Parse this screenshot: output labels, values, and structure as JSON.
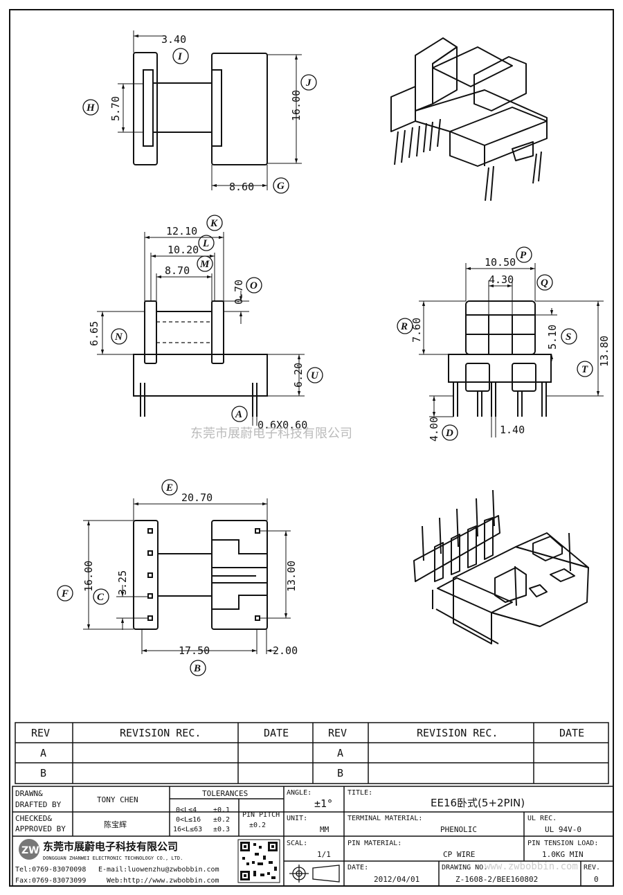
{
  "dimensions": {
    "top": {
      "d340": "3.40",
      "d570": "5.70",
      "d1600": "16.00",
      "d860": "8.60"
    },
    "side": {
      "d1210": "12.10",
      "d1020": "10.20",
      "d870": "8.70",
      "d070": "0.70",
      "d665": "6.65",
      "d620": "6.20",
      "d06": "0.6X0.60"
    },
    "front": {
      "d1050": "10.50",
      "d430": "4.30",
      "d760": "7.60",
      "d510": "5.10",
      "d1380": "13.80",
      "d400": "4.00",
      "d140": "1.40"
    },
    "bottom": {
      "d2070": "20.70",
      "d1600": "16.00",
      "d325": "3.25",
      "d1300": "13.00",
      "d1750": "17.50",
      "d200": "2.00"
    }
  },
  "labels": {
    "I": "I",
    "J": "J",
    "G": "G",
    "H": "H",
    "K": "K",
    "L": "L",
    "M": "M",
    "O": "O",
    "N": "N",
    "U": "U",
    "A": "A",
    "P": "P",
    "Q": "Q",
    "R": "R",
    "S": "S",
    "T": "T",
    "D": "D",
    "E": "E",
    "F": "F",
    "C": "C",
    "B": "B"
  },
  "watermark": {
    "text": "东莞市展蔚电子科技有限公司",
    "url": "www.zwbobbin.com"
  },
  "revision": {
    "headers": [
      "REV",
      "REVISION REC.",
      "DATE",
      "REV",
      "REVISION REC.",
      "DATE"
    ],
    "rows": [
      [
        "A",
        "",
        "",
        "A",
        "",
        ""
      ],
      [
        "B",
        "",
        "",
        "B",
        "",
        ""
      ]
    ]
  },
  "titleblock": {
    "drawn_label": "DRAWN&\nDRAFTED BY",
    "drawn_value": "TONY CHEN",
    "checked_label": "CHECKED&\nAPPROVED BY",
    "checked_value": "陈宝辉",
    "tolerances_label": "TOLERANCES",
    "tol_rows": [
      [
        "0<L≤4",
        "±0.1"
      ],
      [
        "0<L≤16",
        "±0.2"
      ],
      [
        "16<L≤63",
        "±0.3"
      ]
    ],
    "pin_pitch_label": "PIN PITCH",
    "pin_pitch_value": "±0.2",
    "angle_label": "ANGLE:",
    "angle_value": "±1°",
    "unit_label": "UNIT:",
    "unit_value": "MM",
    "scal_label": "SCAL:",
    "scal_value": "1/1",
    "title_label": "TITLE:",
    "title_value": "EE16卧式(5+2PIN)",
    "terminal_label": "TERMINAL MATERIAL:",
    "terminal_value": "PHENOLIC",
    "ul_label": "UL REC.",
    "ul_value": "UL 94V-0",
    "pin_material_label": "PIN MATERIAL:",
    "pin_material_value": "CP WIRE",
    "pin_tension_label": "PIN TENSION LOAD:",
    "pin_tension_value": "1.0KG MIN",
    "date_label": "DATE:",
    "date_value": "2012/04/01",
    "drawing_no_label": "DRAWING NO.",
    "drawing_no_value": "Z-1608-2/BEE160802",
    "rev_label": "REV.",
    "rev_value": "0",
    "company_cn": "东莞市展蔚电子科技有限公司",
    "company_en": "DONGGUAN ZHANWEI ELECTRONIC TECHNOLOGY CO., LTD.",
    "tel": "Tel:0769-83070098",
    "email": "E-mail:luowenzhu@zwbobbin.com",
    "fax": "Fax:0769-83073099",
    "web": "Web:http://www.zwbobbin.com"
  }
}
